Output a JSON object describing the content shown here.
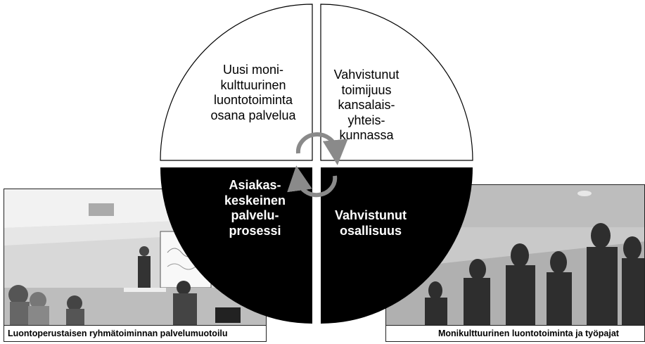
{
  "quadrants": {
    "top_left": "Uusi moni-\nkulttuurinen\nluontotoiminta\nosana palvelua",
    "top_right": "Vahvistunut\ntoimijuus\nkansalais-\nyhteis-\nkunnassa",
    "bottom_left": "Asiakas-\nkeskeinen\npalvelu-\nprosessi",
    "bottom_right": "Vahvistunut\nosallisuus"
  },
  "photos": {
    "left_caption": "Luontoperustaisen ryhmätoiminnan palvelumuotoilu",
    "right_caption": "Monikulttuurinen luontotoiminta ja työpajat"
  },
  "colors": {
    "dark_quadrant": "#000000",
    "light_quadrant": "#ffffff",
    "cycle_arrow": "#8a8a8a"
  }
}
